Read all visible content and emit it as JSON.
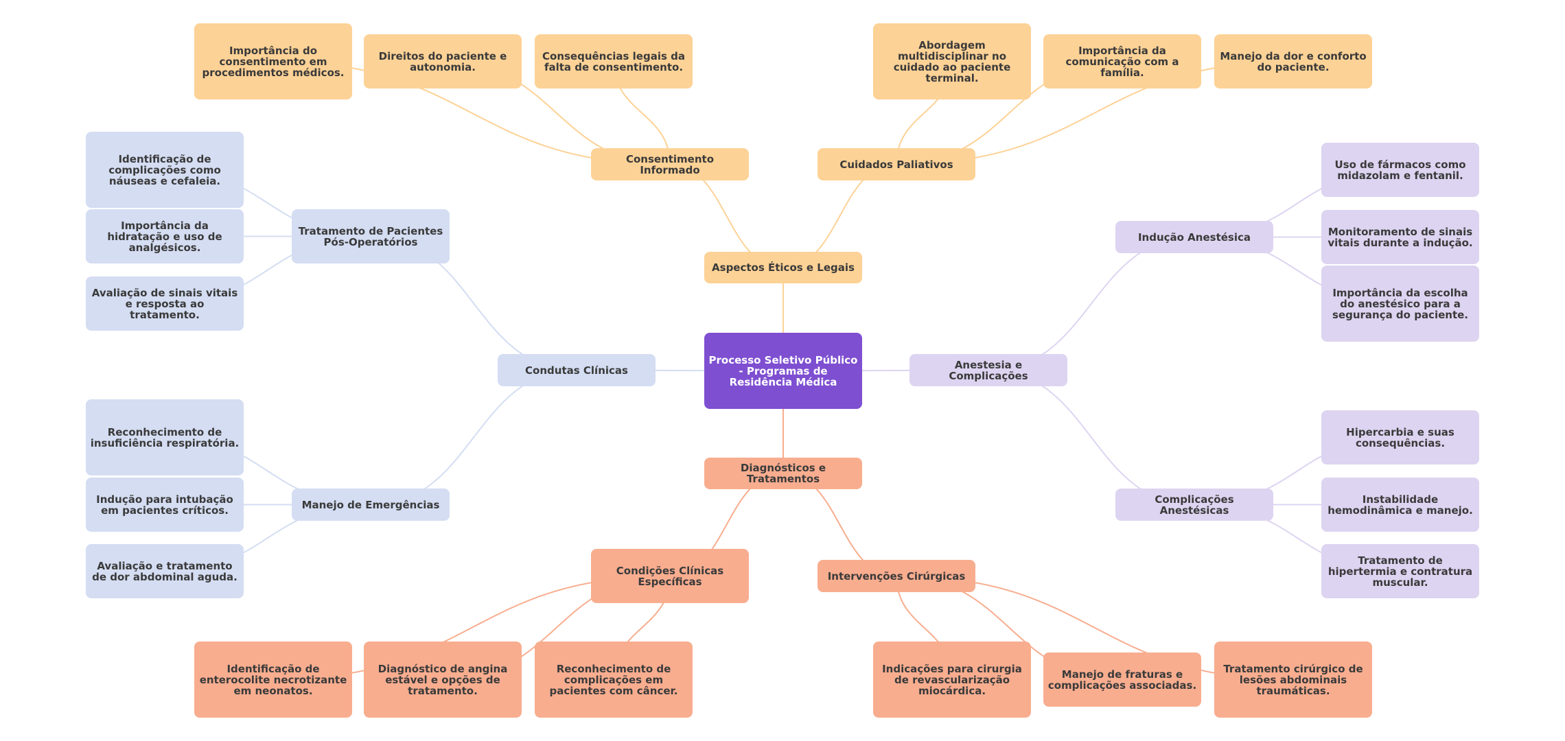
{
  "diagram": {
    "type": "mindmap",
    "colors": {
      "root": "#7e4fd1",
      "ethics_branch": "#fdd296",
      "clinical_branch": "#d4ddf2",
      "anesthesia_branch": "#ddd4f1",
      "diagnosis_branch": "#f8ad8f",
      "text_dark": "#3a3a3a",
      "text_light": "#ffffff"
    },
    "root": {
      "label": "Processo Seletivo Público - Programas de Residência Médica"
    },
    "branches": [
      {
        "label": "Aspectos Éticos e Legais",
        "children": [
          {
            "label": "Consentimento Informado",
            "children": [
              {
                "label": "Importância do consentimento em procedimentos médicos."
              },
              {
                "label": "Direitos do paciente e autonomia."
              },
              {
                "label": "Consequências legais da falta de consentimento."
              }
            ]
          },
          {
            "label": "Cuidados Paliativos",
            "children": [
              {
                "label": "Abordagem multidisciplinar no cuidado ao paciente terminal."
              },
              {
                "label": "Importância da comunicação com a família."
              },
              {
                "label": "Manejo da dor e conforto do paciente."
              }
            ]
          }
        ]
      },
      {
        "label": "Condutas Clínicas",
        "children": [
          {
            "label": "Tratamento de Pacientes Pós-Operatórios",
            "children": [
              {
                "label": "Identificação de complicações como náuseas e cefaleia."
              },
              {
                "label": "Importância da hidratação e uso de analgésicos."
              },
              {
                "label": "Avaliação de sinais vitais e resposta ao tratamento."
              }
            ]
          },
          {
            "label": "Manejo de Emergências",
            "children": [
              {
                "label": "Reconhecimento de insuficiência respiratória."
              },
              {
                "label": "Indução para intubação em pacientes críticos."
              },
              {
                "label": "Avaliação e tratamento de dor abdominal aguda."
              }
            ]
          }
        ]
      },
      {
        "label": "Anestesia e Complicações",
        "children": [
          {
            "label": "Indução Anestésica",
            "children": [
              {
                "label": "Uso de fármacos como midazolam e fentanil."
              },
              {
                "label": "Monitoramento de sinais vitais durante a indução."
              },
              {
                "label": "Importância da escolha do anestésico para a segurança do paciente."
              }
            ]
          },
          {
            "label": "Complicações Anestésicas",
            "children": [
              {
                "label": "Hipercarbia e suas consequências."
              },
              {
                "label": "Instabilidade hemodinâmica e manejo."
              },
              {
                "label": "Tratamento de hipertermia e contratura muscular."
              }
            ]
          }
        ]
      },
      {
        "label": "Diagnósticos e Tratamentos",
        "children": [
          {
            "label": "Condições Clínicas Específicas",
            "children": [
              {
                "label": "Identificação de enterocolite necrotizante em neonatos."
              },
              {
                "label": "Diagnóstico de angina estável e opções de tratamento."
              },
              {
                "label": "Reconhecimento de complicações em pacientes com câncer."
              }
            ]
          },
          {
            "label": "Intervenções Cirúrgicas",
            "children": [
              {
                "label": "Indicações para cirurgia de revascularização miocárdica."
              },
              {
                "label": "Manejo de fraturas e complicações associadas."
              },
              {
                "label": "Tratamento cirúrgico de lesões abdominais traumáticas."
              }
            ]
          }
        ]
      }
    ]
  }
}
